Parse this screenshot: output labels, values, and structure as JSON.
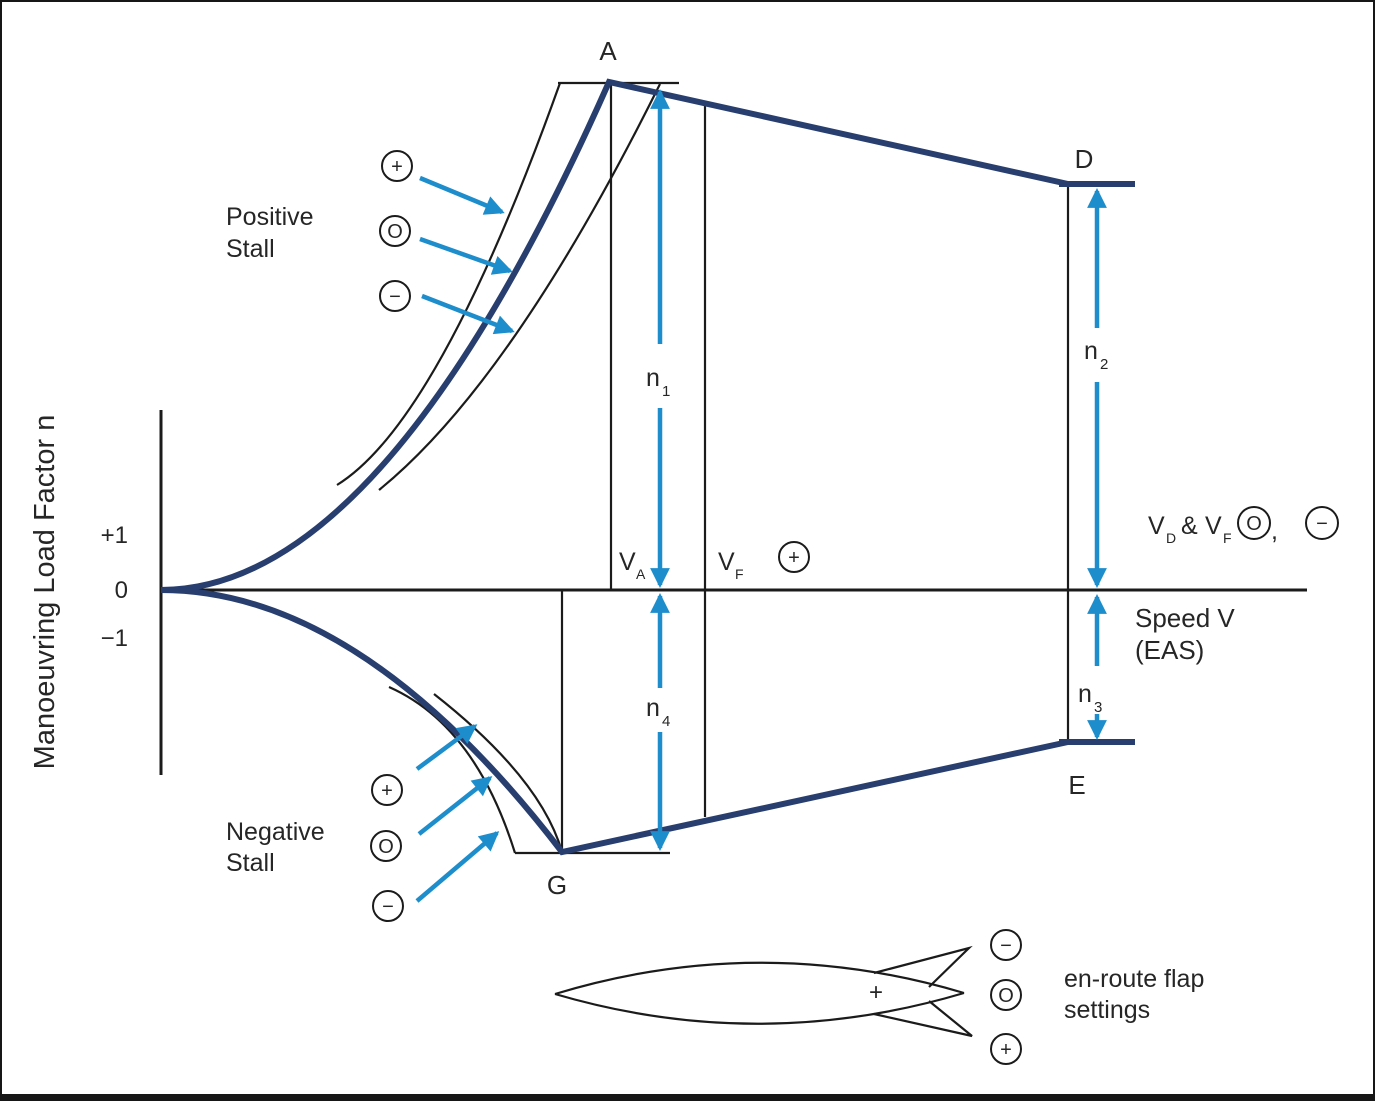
{
  "colors": {
    "envelope_navy": "#273E6F",
    "arrow_blue": "#1E8DCB",
    "line_black": "#1B1B1B",
    "text": "#262626",
    "background": "#FFFFFF"
  },
  "y_axis": {
    "title": "Manoeuvring Load Factor n",
    "ticks": {
      "plus_one": "+1",
      "zero": "0",
      "minus_one": "−1"
    }
  },
  "x_axis": {
    "label_line1": "Speed V",
    "label_line2": "(EAS)"
  },
  "corner_points": {
    "a": "A",
    "d": "D",
    "e": "E",
    "g": "G"
  },
  "load_factors": {
    "n1": {
      "base": "n",
      "sub": "1"
    },
    "n2": {
      "base": "n",
      "sub": "2"
    },
    "n3": {
      "base": "n",
      "sub": "3"
    },
    "n4": {
      "base": "n",
      "sub": "4"
    }
  },
  "speed_marks": {
    "va": {
      "base": "V",
      "sub": "A"
    },
    "vf": {
      "base": "V",
      "sub": "F"
    }
  },
  "stall_labels": {
    "positive": {
      "line1": "Positive",
      "line2": "Stall"
    },
    "negative": {
      "line1": "Negative",
      "line2": "Stall"
    }
  },
  "flap_symbols": {
    "plus": "+",
    "circle_o": "O",
    "minus": "−"
  },
  "high_speed_note": {
    "v1": "V",
    "v1_sub": "D",
    "ampersand": "&",
    "v2": "V",
    "v2_sub": "F",
    "comma": ","
  },
  "flap_legend": {
    "line1": "en-route flap",
    "line2": "settings"
  },
  "airfoil": {
    "hinge_plus": "+"
  }
}
